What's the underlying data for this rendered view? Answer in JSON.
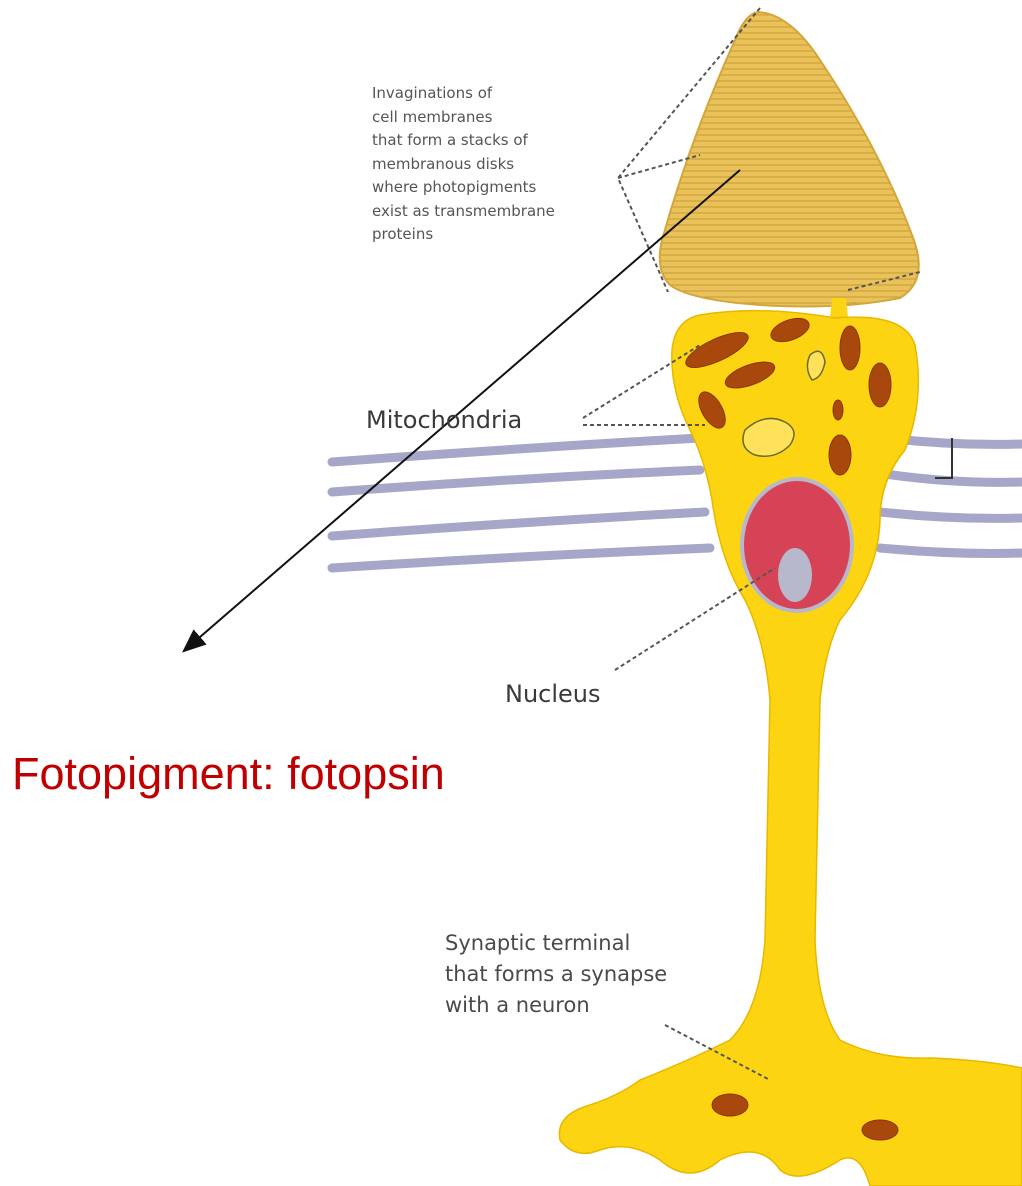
{
  "labels": {
    "invaginations": [
      "Invaginations of",
      "cell membranes",
      "that form a stacks of",
      "membranous disks",
      "where photopigments",
      "exist as transmembrane",
      "proteins"
    ],
    "mitochondria": "Mitochondria",
    "nucleus": "Nucleus",
    "synaptic": [
      "Synaptic terminal",
      "that forms a synapse",
      "with a neuron"
    ]
  },
  "photopigment_label": "Fotopigment: fotopsin",
  "colors": {
    "cell_body": "#fcd411",
    "outer_segment": "#e9c25c",
    "mitochondria": "#a8480c",
    "nucleus": "#d64356",
    "nucleolus": "#b8b8cc",
    "membrane_bands": "#a6a6c8",
    "photopigment_text": "#c00000"
  }
}
